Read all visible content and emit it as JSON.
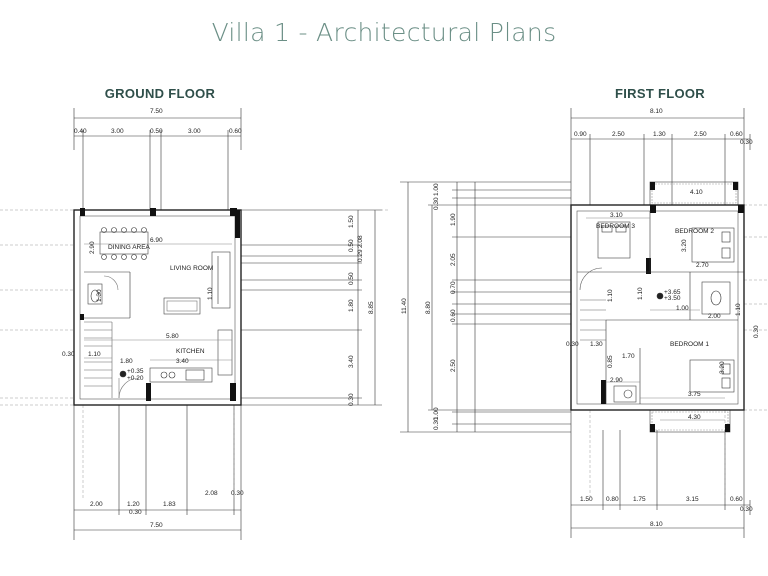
{
  "title": "Villa 1 - Architectural Plans",
  "ground_floor": {
    "heading": "GROUND FLOOR",
    "rooms": {
      "dining": "DINING AREA",
      "living": "LIVING ROOM",
      "kitchen": "KITCHEN"
    },
    "top_total": "7.50",
    "top_segments": [
      "0.40",
      "3.00",
      "0.50",
      "3.00",
      "0.60"
    ],
    "bottom_segments": [
      "2.00",
      "1.20",
      "1.83",
      "2.08",
      "0.30"
    ],
    "bottom_extra": "0.30",
    "bottom_total": "7.50",
    "right_segments": [
      "1.50",
      "0.50",
      "0.29",
      "2.08",
      "0.50",
      "1.80",
      "3.40",
      "0.30"
    ],
    "right_total": "8.85",
    "interior": [
      "6.90",
      "5.80",
      "3.40",
      "1.80",
      "1.10",
      "0.30",
      "2.90",
      "1.10",
      "1.30"
    ],
    "levels": [
      "+0.35",
      "+0.20"
    ]
  },
  "first_floor": {
    "heading": "FIRST FLOOR",
    "rooms": {
      "bed3": "BEDROOM 3",
      "bed2": "BEDROOM 2",
      "bed1": "BEDROOM 1"
    },
    "top_total": "8.10",
    "top_segments": [
      "0.90",
      "2.50",
      "1.30",
      "2.50",
      "0.60"
    ],
    "top_extra": "0.30",
    "bottom_segments": [
      "1.50",
      "0.80",
      "1.75",
      "3.15",
      "0.60"
    ],
    "bottom_extra": "0.30",
    "bottom_total": "8.10",
    "left_total": "11.40",
    "left_mid": "8.80",
    "left_segments": [
      "1.00",
      "0.30",
      "1.90",
      "2.05",
      "0.70",
      "0.60",
      "2.50",
      "1.00",
      "0.30"
    ],
    "right_segments": [
      "0.30"
    ],
    "interior": [
      "4.10",
      "3.10",
      "3.20",
      "2.70",
      "1.10",
      "1.00",
      "2.00",
      "1.10",
      "1.70",
      "2.90",
      "3.75",
      "4.30",
      "3.20",
      "0.85",
      "1.10",
      "0.30",
      "1.30"
    ],
    "levels": [
      "+3.65",
      "+3.50"
    ]
  }
}
